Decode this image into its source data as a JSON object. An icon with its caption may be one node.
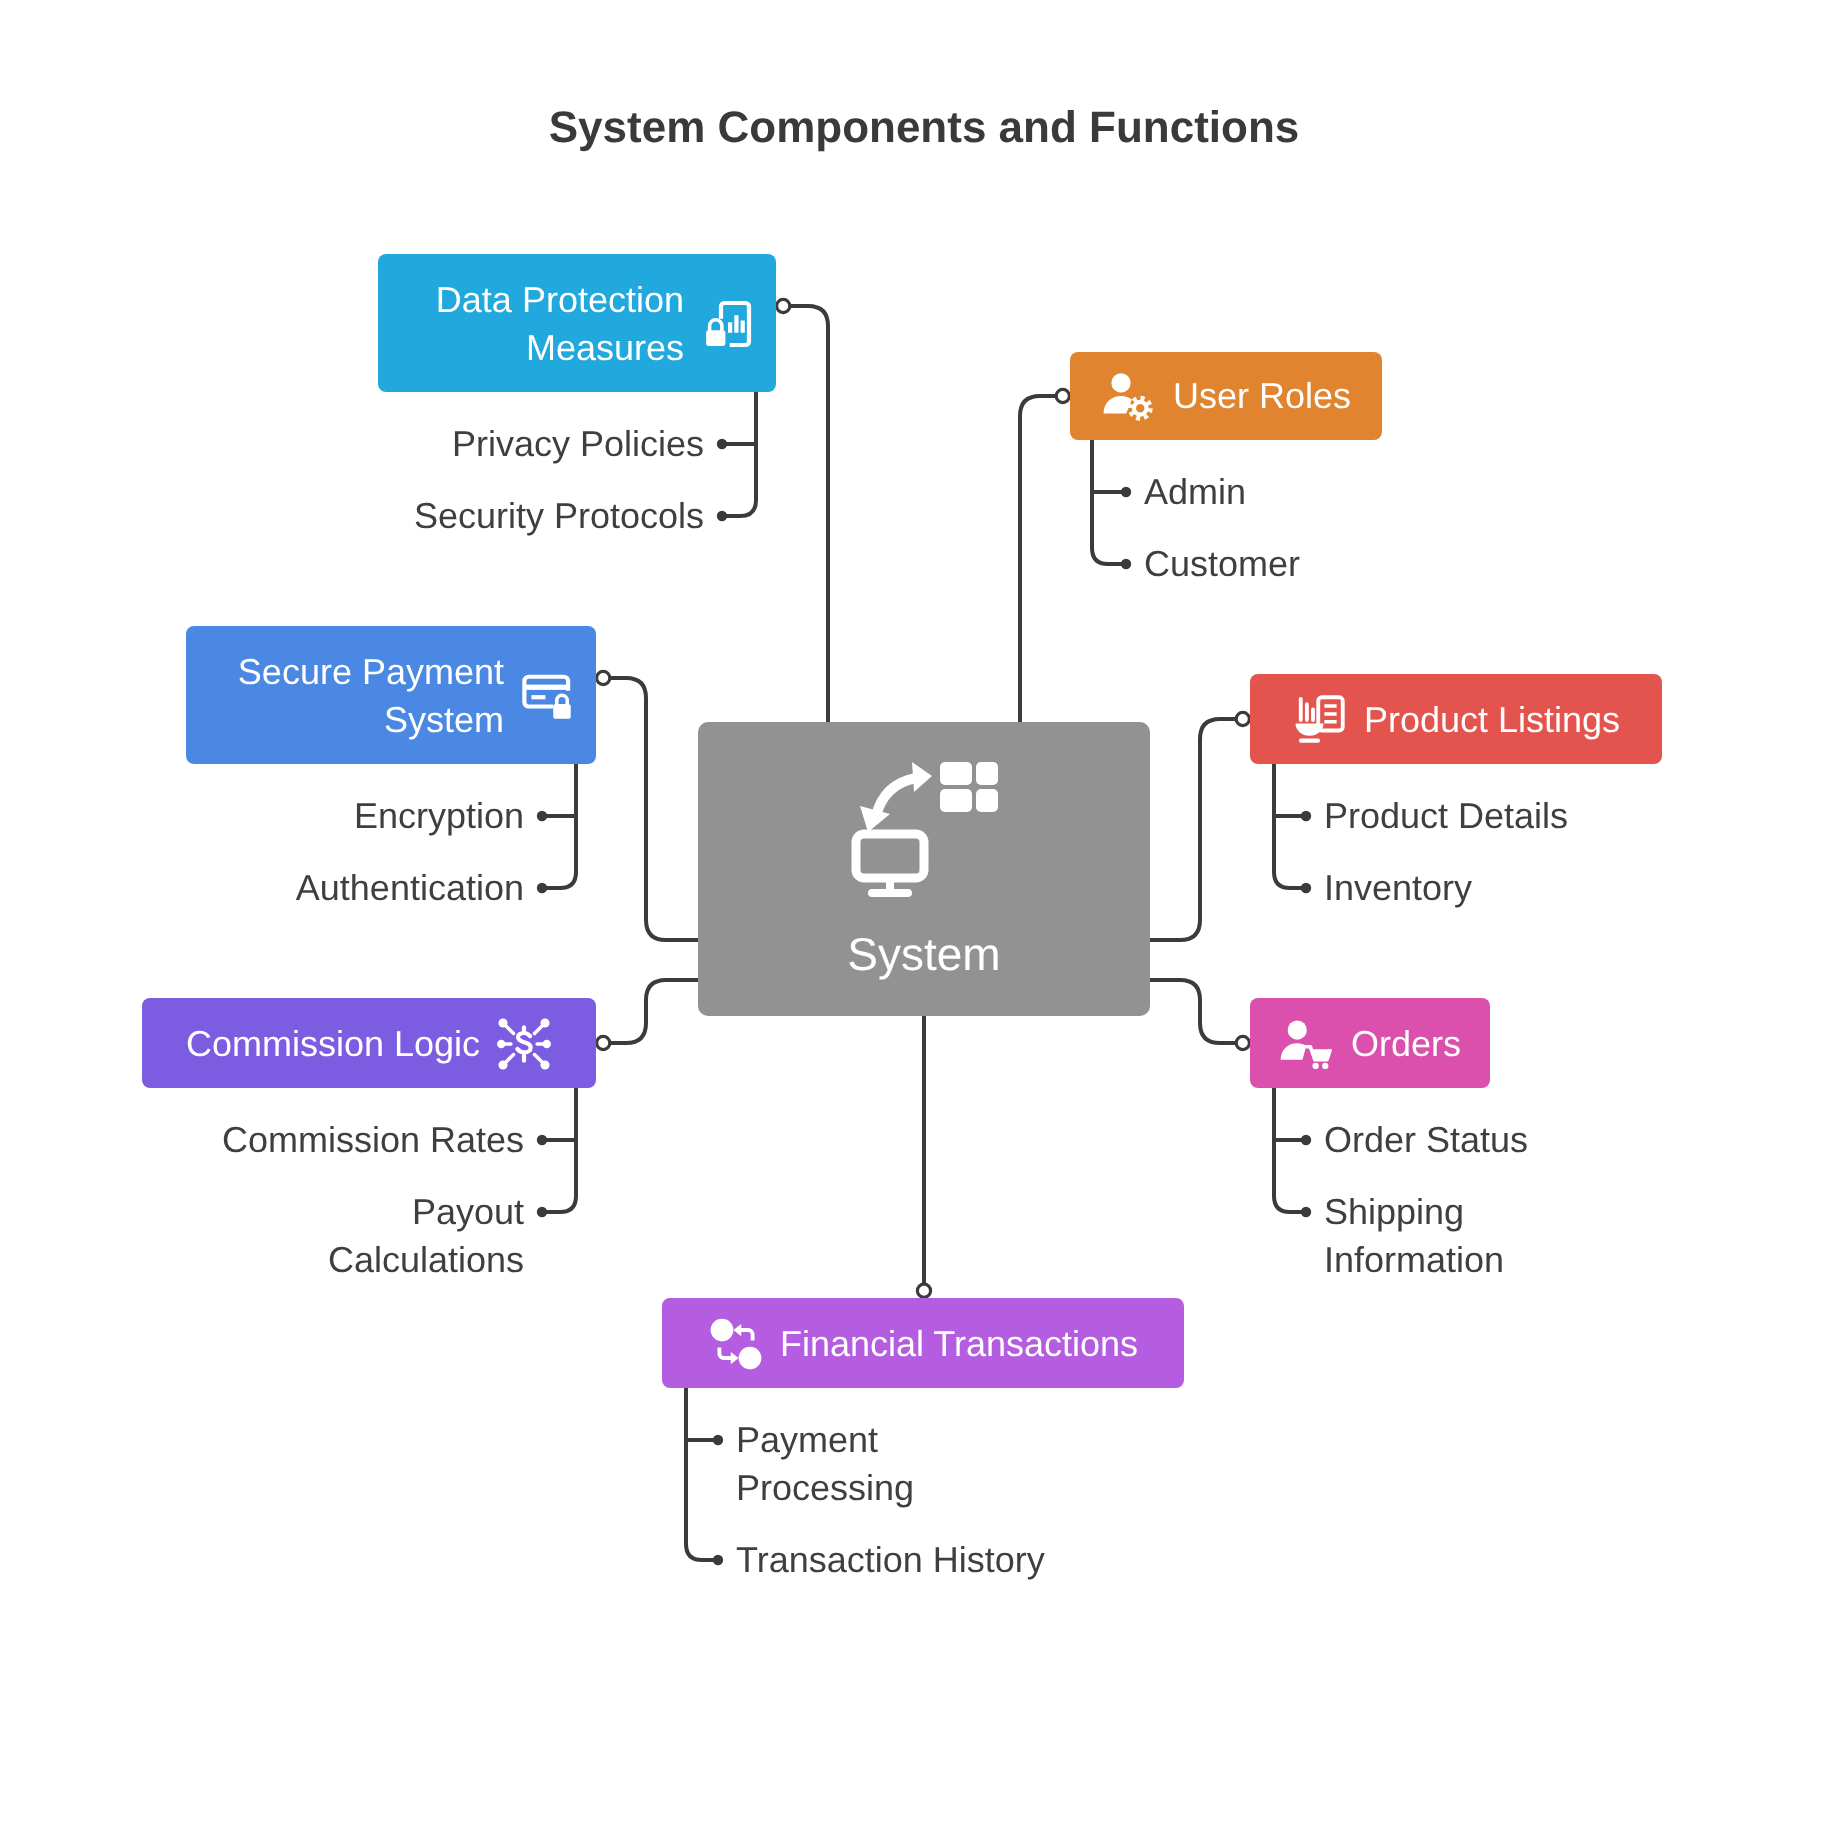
{
  "diagram": {
    "title": "System Components and Functions",
    "nodes": [
      {
        "text": [
          "System"
        ]
      },
      {
        "text": [
          "Data Protection Measures"
        ]
      },
      {
        "text": [
          "Privacy Policies"
        ]
      },
      {
        "text": [
          "Security Protocols"
        ]
      },
      {
        "text": [
          "User Roles"
        ]
      },
      {
        "text": [
          "Admin"
        ]
      },
      {
        "text": [
          "Customer"
        ]
      },
      {
        "text": [
          "Secure Payment System"
        ]
      },
      {
        "text": [
          "Encryption"
        ]
      },
      {
        "text": [
          "Authentication"
        ]
      },
      {
        "text": [
          "Product Listings"
        ]
      },
      {
        "text": [
          "Product Details"
        ]
      },
      {
        "text": [
          "Inventory"
        ]
      },
      {
        "text": [
          "Commission Logic"
        ]
      },
      {
        "text": [
          "Commission Rates"
        ]
      },
      {
        "text": [
          "Payout Calculations"
        ]
      },
      {
        "text": [
          "Orders"
        ]
      },
      {
        "text": [
          "Order Status"
        ]
      },
      {
        "text": [
          "Shipping Information"
        ]
      },
      {
        "text": [
          "Financial Transactions"
        ]
      },
      {
        "text": [
          "Payment Processing"
        ]
      },
      {
        "text": [
          "Transaction History"
        ]
      }
    ],
    "edges": [
      {
        "from": 0,
        "to": 1,
        "arrow": "other"
      },
      {
        "from": 1,
        "to": 2,
        "arrow": "other"
      },
      {
        "from": 1,
        "to": 3,
        "arrow": "other"
      },
      {
        "from": 0,
        "to": 4,
        "arrow": "other"
      },
      {
        "from": 4,
        "to": 5,
        "arrow": "other"
      },
      {
        "from": 4,
        "to": 6,
        "arrow": "other"
      },
      {
        "from": 0,
        "to": 7,
        "arrow": "other"
      },
      {
        "from": 7,
        "to": 8,
        "arrow": "other"
      },
      {
        "from": 7,
        "to": 9,
        "arrow": "other"
      },
      {
        "from": 0,
        "to": 10,
        "arrow": "other"
      },
      {
        "from": 10,
        "to": 11,
        "arrow": "other"
      },
      {
        "from": 10,
        "to": 12,
        "arrow": "other"
      },
      {
        "from": 0,
        "to": 13,
        "arrow": "other"
      },
      {
        "from": 13,
        "to": 14,
        "arrow": "other"
      },
      {
        "from": 13,
        "to": 15,
        "arrow": "other"
      },
      {
        "from": 0,
        "to": 16,
        "arrow": "other"
      },
      {
        "from": 16,
        "to": 17,
        "arrow": "other"
      },
      {
        "from": 16,
        "to": 18,
        "arrow": "other"
      },
      {
        "from": 0,
        "to": 19,
        "arrow": "other"
      },
      {
        "from": 19,
        "to": 20,
        "arrow": "other"
      },
      {
        "from": 19,
        "to": 21,
        "arrow": "other"
      }
    ]
  }
}
